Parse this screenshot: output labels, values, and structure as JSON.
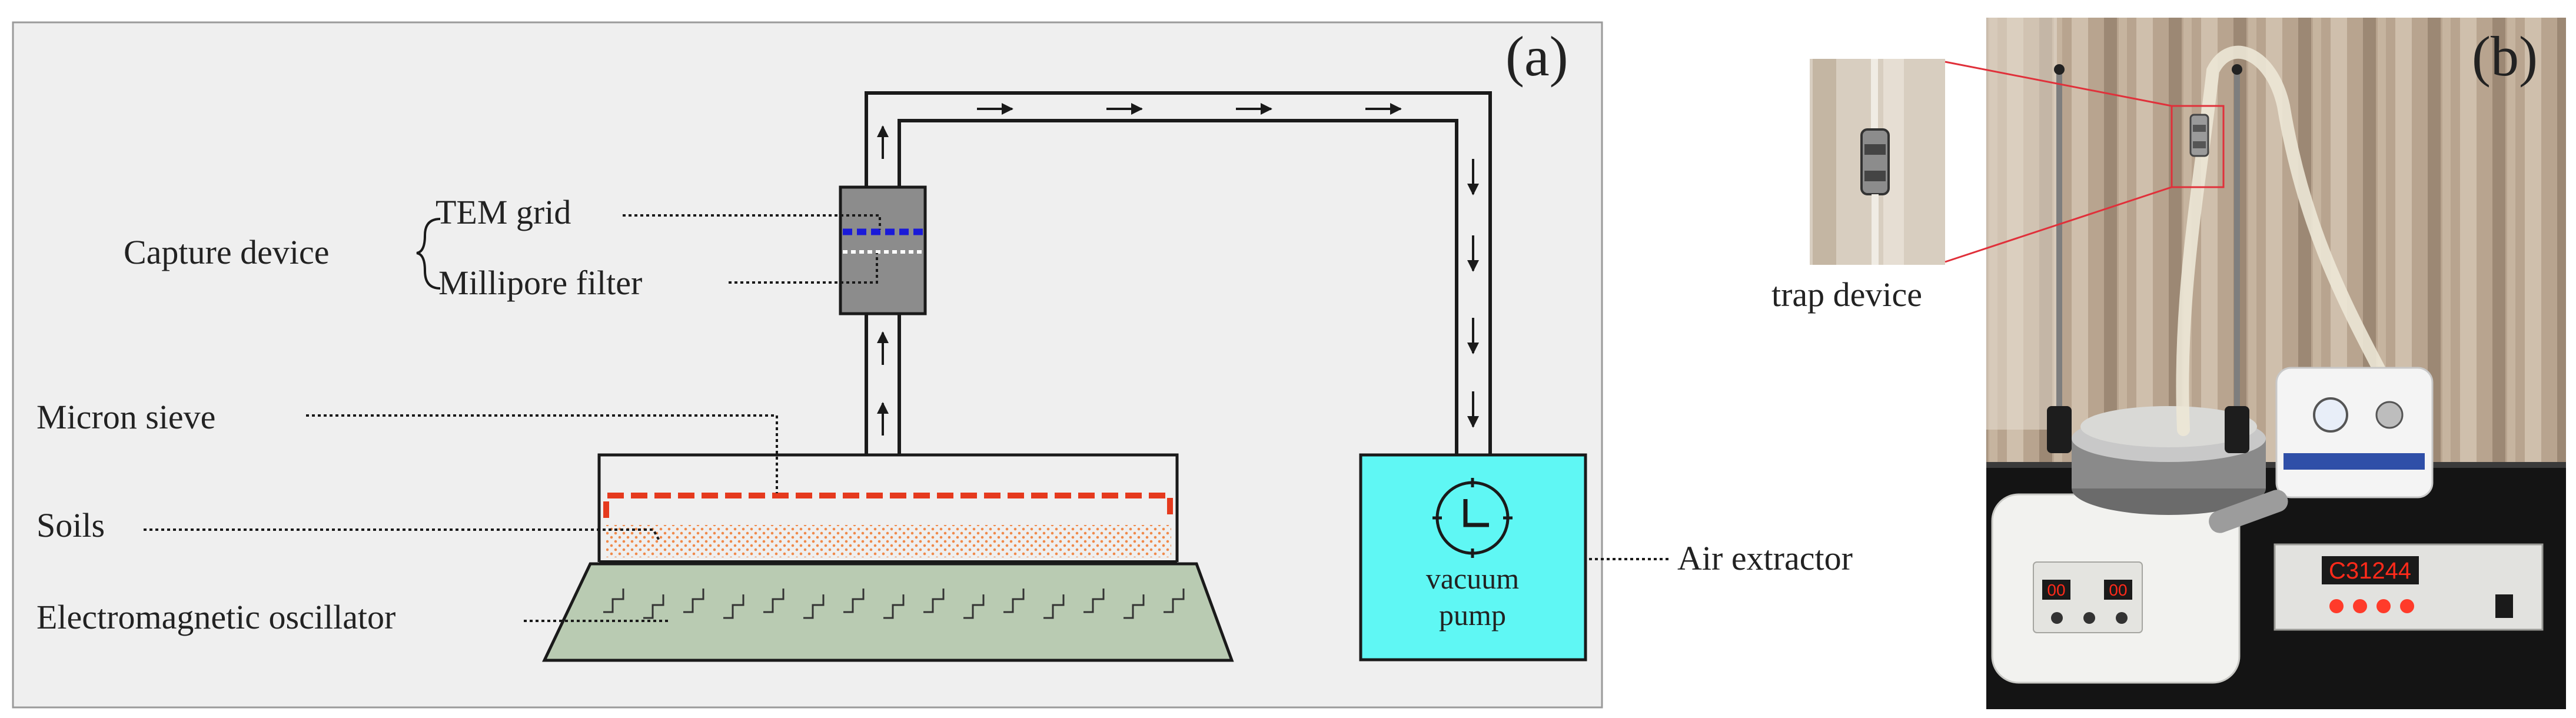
{
  "panel_a": {
    "label": "(a)",
    "labels": {
      "capture_device": "Capture device",
      "tem_grid": "TEM grid",
      "millipore_filter": "Millipore filter",
      "micron_sieve": "Micron sieve",
      "soils": "Soils",
      "oscillator": "Electromagnetic oscillator",
      "air_extractor": "Air  extractor",
      "pump_line1": "vacuum",
      "pump_line2": "pump"
    },
    "colors": {
      "background": "#efefef",
      "pipe_stroke": "#1a1a1a",
      "capture_box": "#8c8c8c",
      "tem_grid_dots": "#1a1ad8",
      "sieve": "#e53a1e",
      "soil": "#f08a4b",
      "oscillator": "#b9cbb2",
      "pump": "#5ff7f4"
    }
  },
  "panel_b": {
    "label": "(b)",
    "trap_label": "trap device",
    "display_left": "00",
    "display_right": "00",
    "timer_display": "C31244",
    "colors": {
      "curtain": "#b4a08b",
      "bench": "#141414",
      "callout": "#e0303a",
      "led": "#ff2a1a"
    }
  }
}
